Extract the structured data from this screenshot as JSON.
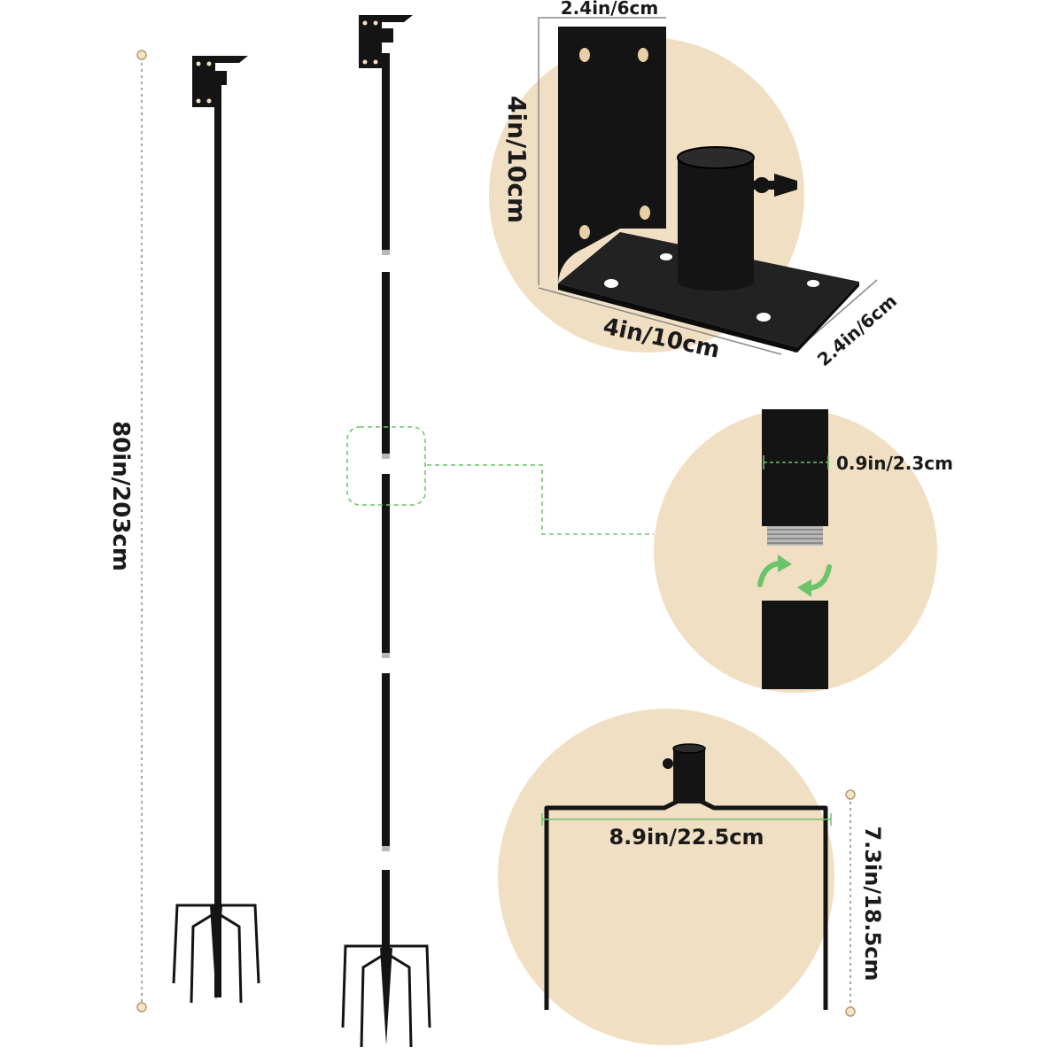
{
  "dimensions": {
    "total_height": "80in/203cm",
    "bracket_top_width": "2.4in/6cm",
    "bracket_height": "4in/10cm",
    "bracket_base_length": "4in/10cm",
    "bracket_base_depth": "2.4in/6cm",
    "pole_diameter": "0.9in/2.3cm",
    "stake_width": "8.9in/22.5cm",
    "stake_height": "7.3in/18.5cm"
  },
  "colors": {
    "circle_bg": "#f1dfc3",
    "metal": "#141414",
    "dim_line": "#8a8a8a",
    "dot_fill": "#f6e3c6",
    "dot_stroke": "#b59b73",
    "highlight_green": "#6cc46a",
    "thread": "#b8b8b8"
  },
  "icons": {
    "rotate": "rotate-arrows-icon"
  }
}
